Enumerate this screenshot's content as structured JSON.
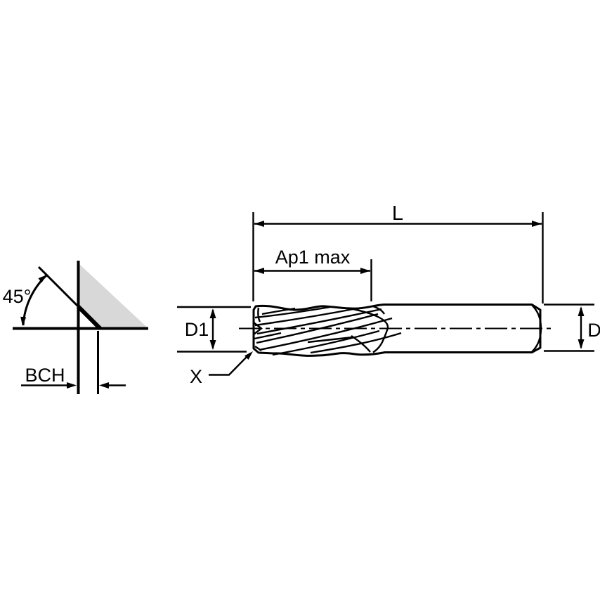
{
  "diagram": {
    "detail_view": {
      "angle_label": "45°",
      "chamfer_width_label": "BCH"
    },
    "side_view": {
      "overall_length_label": "L",
      "cutting_depth_label": "Ap1 max",
      "cutting_diameter_label": "D1",
      "shank_diameter_label": "D",
      "chamfer_callout_label": "X"
    },
    "colors": {
      "background": "#ffffff",
      "body_fill": "#d8d8d8",
      "line": "#000000"
    }
  }
}
